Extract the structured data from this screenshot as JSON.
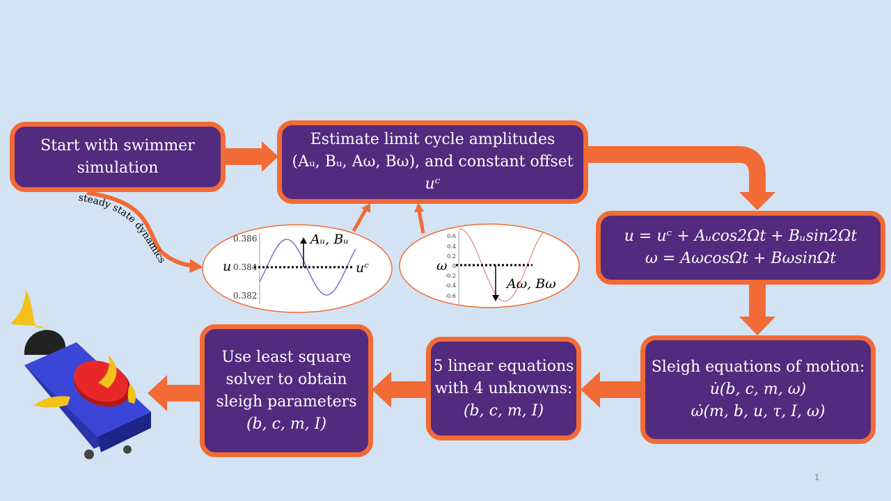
{
  "boxes": {
    "start": {
      "lines": [
        "Start with swimmer",
        "simulation"
      ]
    },
    "estimate": {
      "lines": [
        "Estimate limit cycle amplitudes",
        "(Aᵤ, Bᵤ, Aω, Bω), and constant offset",
        "uᶜ"
      ]
    },
    "equations": {
      "lines": [
        "u = uᶜ + Aᵤcos2Ωt + Bᵤsin2Ωt",
        "ω = AωcosΩt + BωsinΩt"
      ]
    },
    "sleigh": {
      "lines": [
        "Sleigh equations of motion:",
        "u̇(b, c, m, ω)",
        "ω̇(m, b, u, τ, I, ω)"
      ]
    },
    "linear": {
      "lines": [
        "5 linear equations",
        "with 4 unknowns:",
        "(b, c, m, I)"
      ]
    },
    "solver": {
      "lines": [
        "Use least square",
        "solver to obtain",
        "sleigh parameters",
        "(b, c, m, I)"
      ]
    }
  },
  "curve_label": "steady state dynamics",
  "plot_u": {
    "y_ticks": [
      "0.386",
      "0.384",
      "0.382"
    ],
    "var_label": "u",
    "offset_label": "uᶜ",
    "amp_label": "Aᵤ, Bᵤ",
    "line_color": "#5b5fc8"
  },
  "plot_w": {
    "y_ticks": [
      "0.6",
      "0.4",
      "0.2",
      "0",
      "-0.2",
      "-0.4",
      "-0.6"
    ],
    "var_label": "ω",
    "amp_label": "Aω, Bω",
    "line_color": "#e88a8a"
  },
  "slide_number": "1",
  "colors": {
    "background": "#d3e3f3",
    "box": "#522a7e",
    "accent": "#f26a35"
  }
}
